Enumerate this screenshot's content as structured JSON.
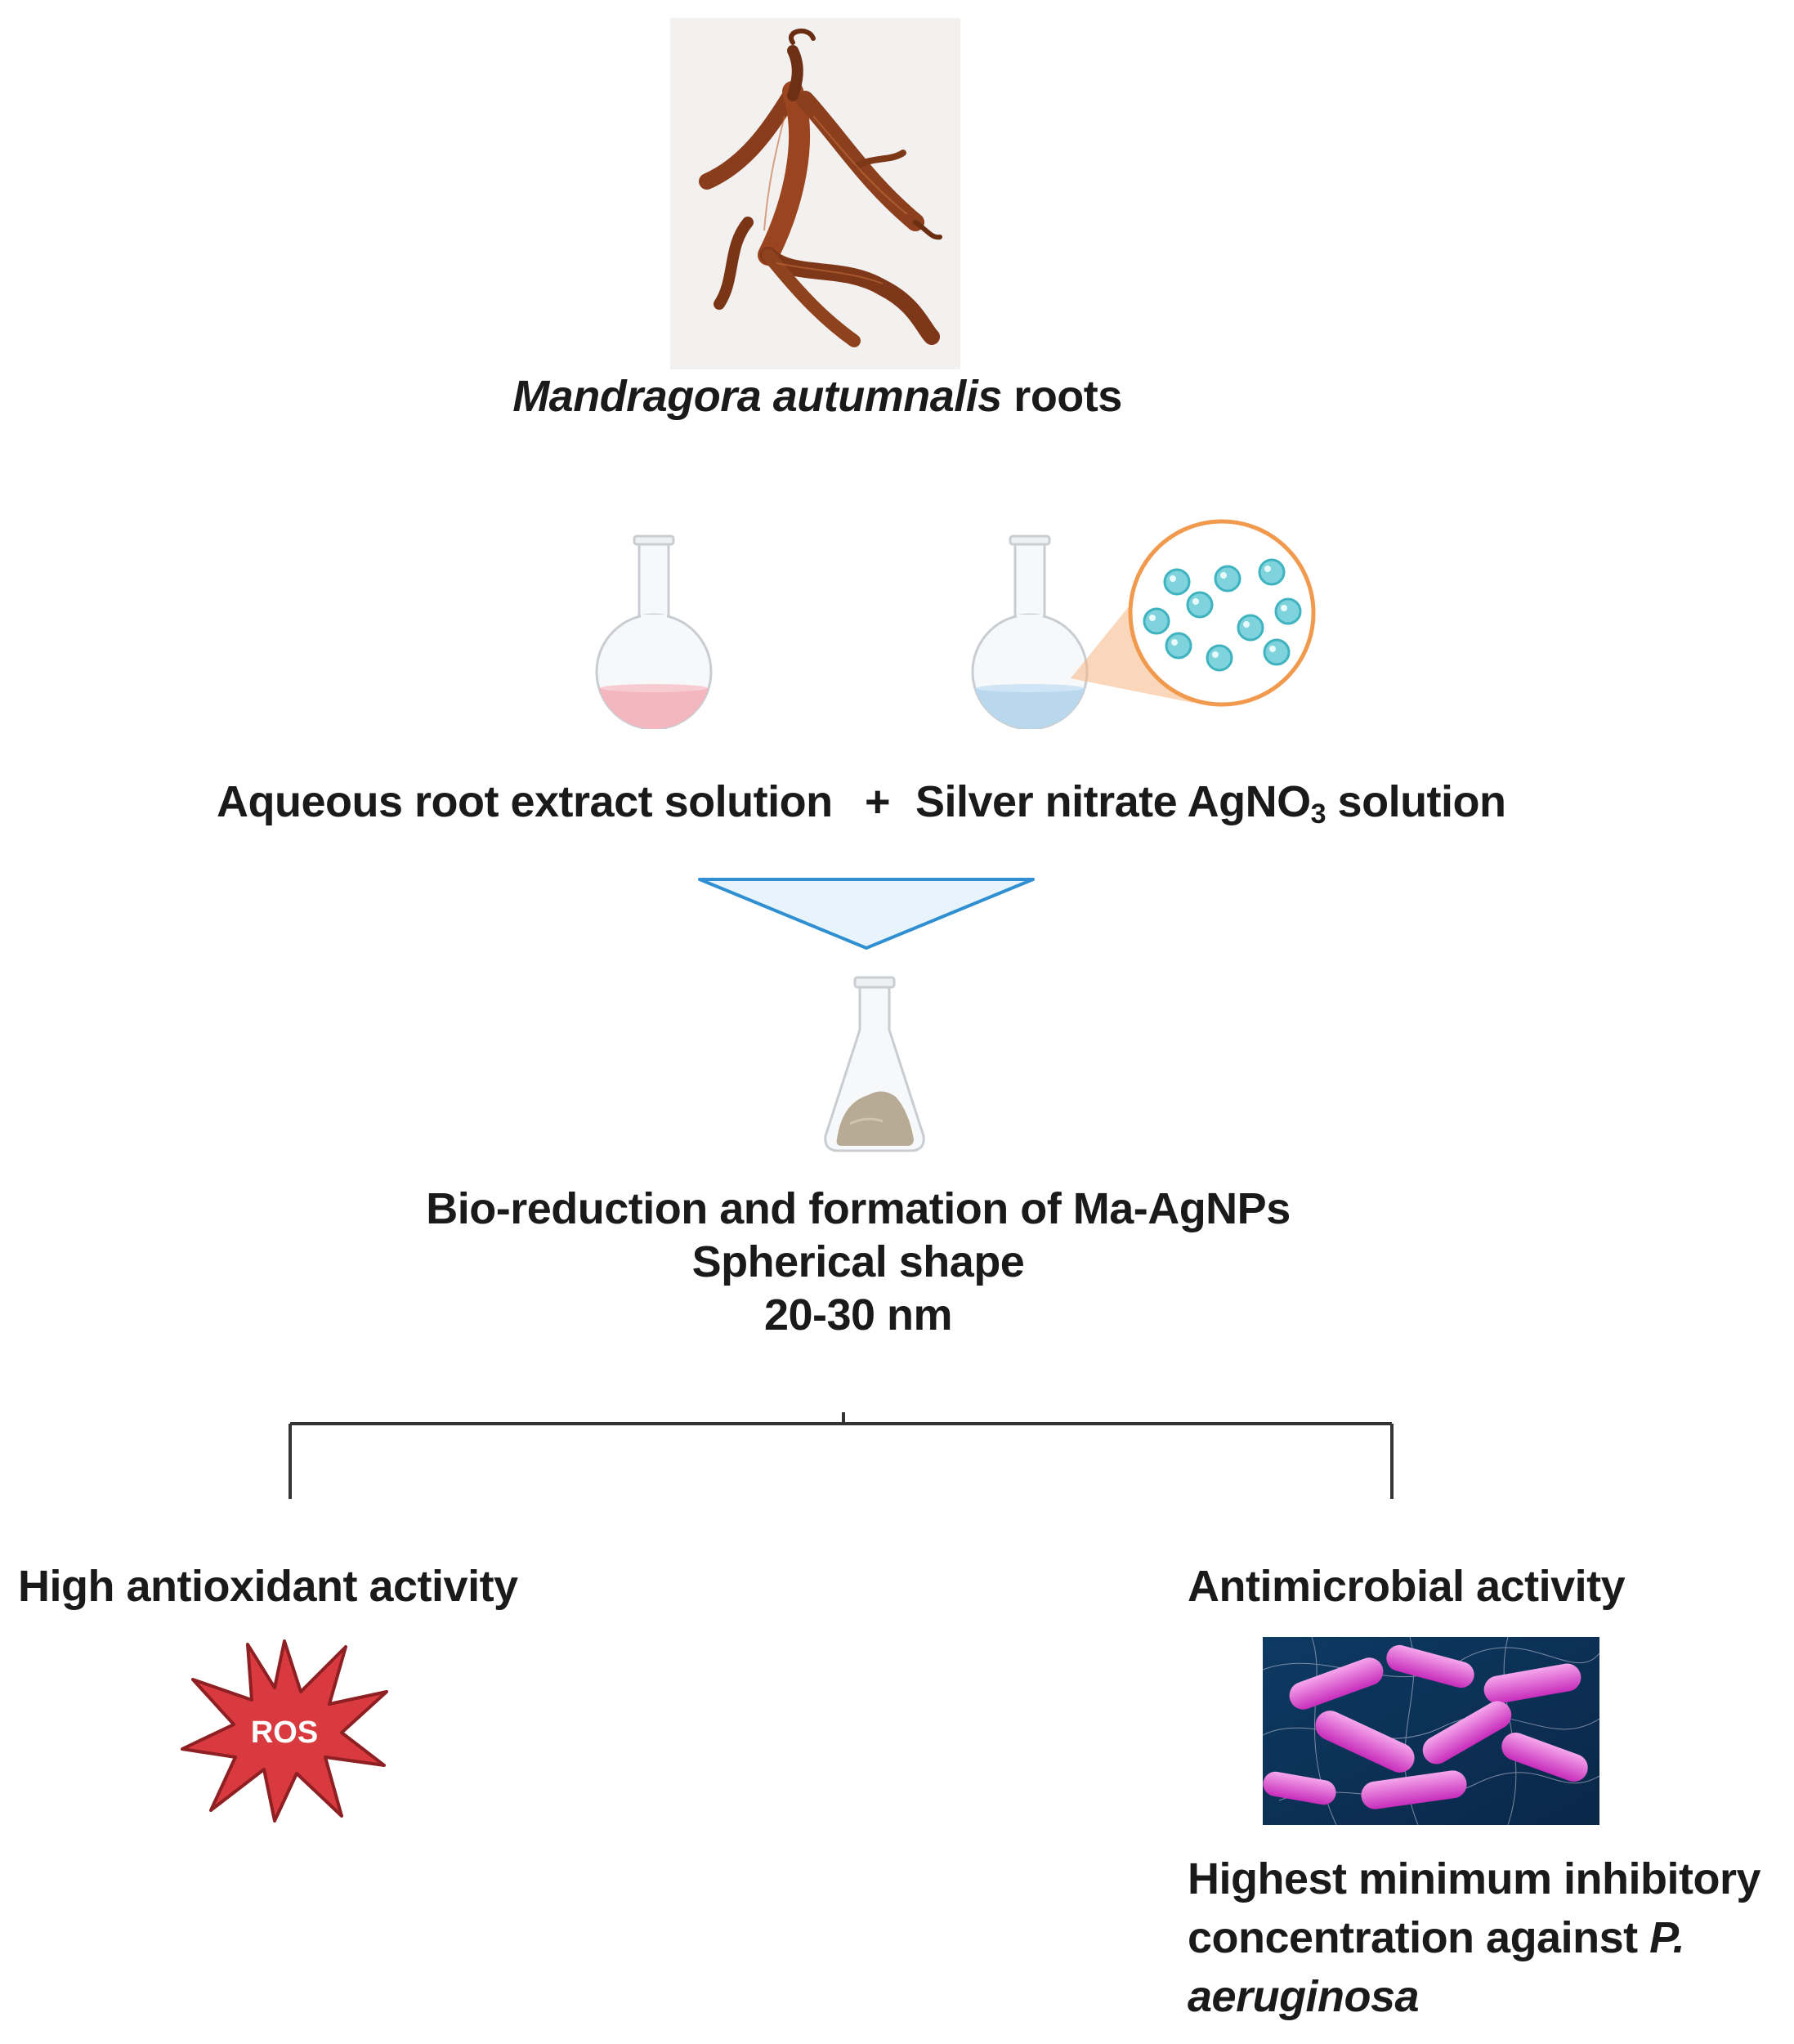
{
  "root_image": {
    "caption_species": "Mandragora autumnalis",
    "caption_rest": " roots",
    "icon": "dried-root-photo"
  },
  "reactants": {
    "extract_label": "Aqueous root extract solution",
    "plus": "+",
    "silver_label_prefix": "Silver nitrate AgNO",
    "silver_label_sub": "3",
    "silver_label_suffix": " solution",
    "extract_color": "#f4b6bf",
    "silver_color": "#b9d8ee"
  },
  "product": {
    "line1": "Bio-reduction and formation of Ma-AgNPs",
    "line2": "Spherical shape",
    "line3": "20-30 nm",
    "icon": "erlenmeyer-flask-precipitate-icon"
  },
  "outcomes": {
    "antioxidant_label": "High antioxidant activity",
    "ros_label": "ROS",
    "ros_color": "#d93a3f",
    "antimicrobial_label": "Antimicrobial activity",
    "mic_line1": "Highest minimum inhibitory",
    "mic_line2": "concentration against ",
    "mic_species_1": "P.",
    "mic_species_2": "aeruginosa",
    "bacteria_icon": "bacteria-image"
  },
  "colors": {
    "funnel_stroke": "#2f8fd1",
    "funnel_fill": "#dff0fb",
    "branch_line": "#333333",
    "zoom_circle": "#f19a4d",
    "nanoparticle": "#4fbfc9"
  }
}
